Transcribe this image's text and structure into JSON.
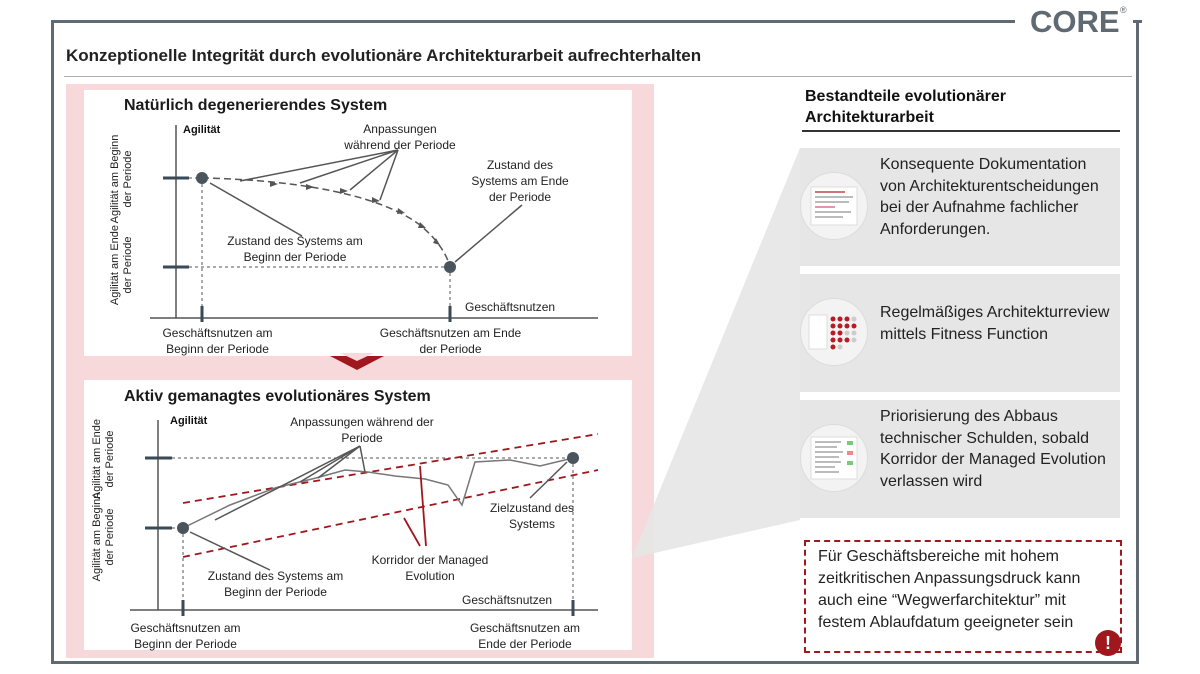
{
  "brand": {
    "logo": "CORE",
    "registered": "®"
  },
  "slide": {
    "title": "Konzeptionelle Integrität durch evolutionäre Architekturarbeit aufrechterhalten"
  },
  "top_diagram": {
    "title": "Natürlich degenerierendes System",
    "y_axis": "Agilität",
    "x_axis": "Geschäftsnutzen",
    "y_tick_high": "Agilität am Beginn der Periode",
    "y_tick_low": "Agilität am Ende der Periode",
    "annot_adjustments": "Anpassungen während der Periode",
    "annot_end_state": "Zustand des Systems am Ende der Periode",
    "annot_start_state": "Zustand des Systems am Beginn der Periode",
    "x_tick_start": "Geschäftsnutzen am Beginn der Periode",
    "x_tick_end": "Geschäftsnutzen am Ende der Periode"
  },
  "bottom_diagram": {
    "title": "Aktiv gemanagtes evolutionäres System",
    "y_axis": "Agilität",
    "x_axis": "Geschäftsnutzen",
    "y_tick_high": "Agilität am Ende der Periode",
    "y_tick_low": "Agilität am Beginn der Periode",
    "annot_adjustments": "Anpassungen während der Periode",
    "annot_target": "Zielzustand des Systems",
    "annot_corridor": "Korridor der Managed Evolution",
    "annot_start_state": "Zustand des Systems am Beginn der Periode",
    "x_tick_start": "Geschäftsnutzen am Beginn der Periode",
    "x_tick_end": "Geschäftsnutzen am Ende der Periode"
  },
  "colors": {
    "accent": "#a0181e",
    "frame": "#5f6a72",
    "band": "#f8d9db",
    "card": "#e6e6e6"
  },
  "right": {
    "heading": "Bestandteile evolutionärer Architekturarbeit",
    "cards": [
      {
        "text": "Konsequente Dokumentation von Architekturentscheidungen bei der Aufnahme fachlicher Anforderungen.",
        "icon": "document-thumbnail-icon"
      },
      {
        "text": "Regelmäßiges Architekturreview mittels Fitness Function",
        "icon": "fitness-matrix-icon"
      },
      {
        "text": "Priorisierung des Abbaus technischer Schulden, sobald Korridor der Managed Evolution verlassen wird",
        "icon": "debt-list-icon"
      }
    ],
    "note": "Für Geschäftsbereiche mit hohem zeitkritischen Anpassungsdruck kann auch eine “Wegwerfarchitektur” mit festem Ablaufdatum geeigneter sein",
    "note_icon": "!"
  }
}
